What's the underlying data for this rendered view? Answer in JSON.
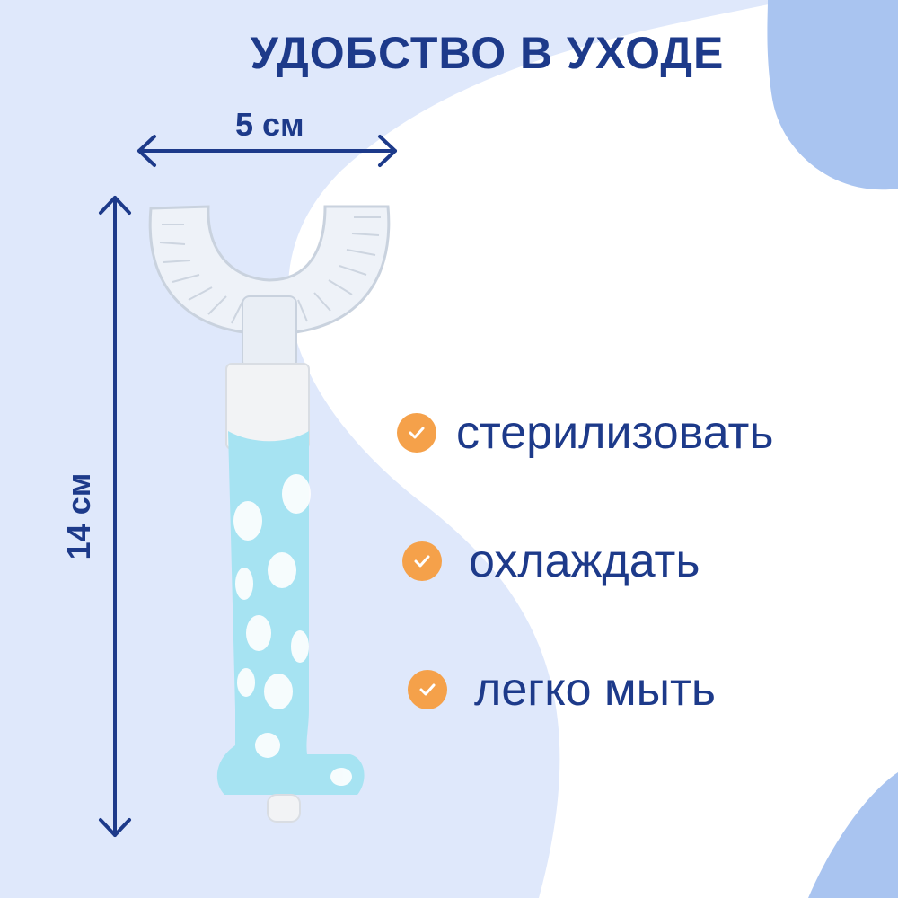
{
  "title": "УДОБСТВО В УХОДЕ",
  "dimensions": {
    "width_label": "5 см",
    "height_label": "14 см"
  },
  "features": [
    {
      "label": "стерилизовать",
      "icon": "check-icon"
    },
    {
      "label": "охлаждать",
      "icon": "check-icon"
    },
    {
      "label": "легко мыть",
      "icon": "check-icon"
    }
  ],
  "colors": {
    "text": "#1d3a8a",
    "accent": "#f5a14a",
    "background_light": "#dfe8fb",
    "background_blob": "#a9c4f0",
    "handle": "#a6e3f2"
  },
  "product_image": "toothbrush-image"
}
